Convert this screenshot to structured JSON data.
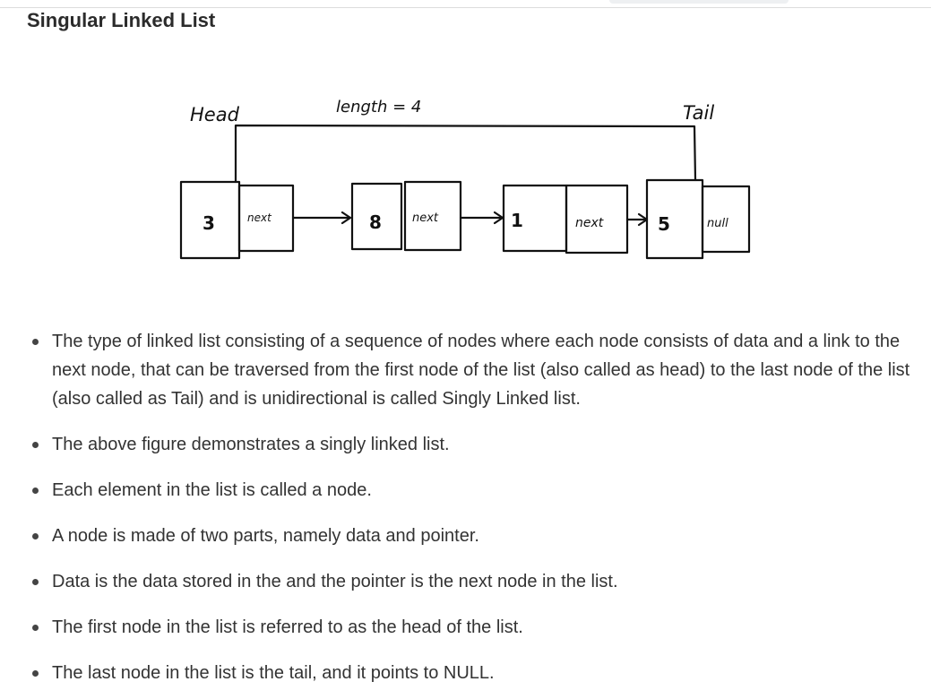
{
  "section_title": "Singular Linked List",
  "figure": {
    "head_label": "Head",
    "length_label": "length = 4",
    "tail_label": "Tail",
    "nodes": [
      {
        "data": "3",
        "pointer": "next"
      },
      {
        "data": "8",
        "pointer": "next"
      },
      {
        "data": "1",
        "pointer": "next"
      },
      {
        "data": "5",
        "pointer": "null"
      }
    ]
  },
  "bullets": [
    "The type of linked list consisting of a sequence of nodes where each node consists of data and a link to the next node, that can be traversed from the first node of the list (also called as head) to the last node of the list (also called as Tail)  and is unidirectional is called Singly Linked list.",
    "The above figure demonstrates a singly linked list.",
    "Each element in the list is called a node.",
    "A node is made of two parts, namely data and pointer.",
    "Data is the data stored in the   and the pointer is the next node in the list.",
    "The first node in the list is referred to as the head of the list.",
    "The last node in the list is the tail, and it points to NULL."
  ]
}
